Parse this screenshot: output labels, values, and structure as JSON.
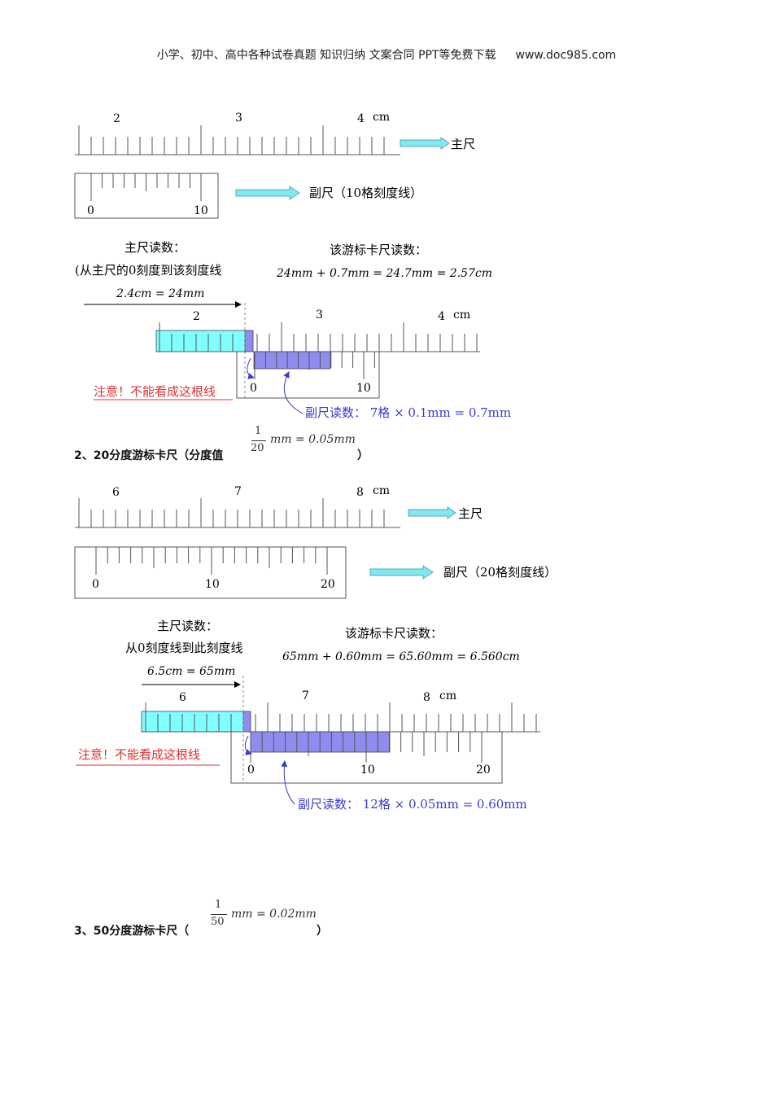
{
  "header": {
    "text": "小学、初中、高中各种试卷真题 知识归纳 文案合同 PPT等免费下载",
    "site": "www.doc985.com"
  },
  "fig1": {
    "main_ticks": [
      "2",
      "3",
      "4"
    ],
    "unit": "cm",
    "main_label": "主尺",
    "vernier_ticks": [
      "0",
      "10"
    ],
    "vernier_label": "副尺（10格刻度线）"
  },
  "fig2": {
    "main_reading_title": "主尺读数：",
    "main_reading_note": "(从主尺的0刻度到该刻度线",
    "main_reading_value": "2.4cm = 24mm",
    "total_title": "该游标卡尺读数：",
    "total_formula": "24mm + 0.7mm = 24.7mm = 2.57cm",
    "main_ticks": [
      "2",
      "3",
      "4"
    ],
    "unit": "cm",
    "vernier_ticks": [
      "0",
      "10"
    ],
    "warning": "注意！不能看成这根线",
    "vernier_reading": "副尺读数：  7格 × 0.1mm = 0.7mm"
  },
  "section2": {
    "label": "2、20分度游标卡尺（分度值",
    "close": "）",
    "frac_num": "1",
    "frac_den": "20",
    "frac_rest": "mm = 0.05mm"
  },
  "fig3": {
    "main_ticks": [
      "6",
      "7",
      "8"
    ],
    "unit": "cm",
    "main_label": "主尺",
    "vernier_ticks": [
      "0",
      "10",
      "20"
    ],
    "vernier_label": "副尺（20格刻度线）"
  },
  "fig4": {
    "main_reading_title": "主尺读数：",
    "main_reading_note": "从0刻度线到此刻度线",
    "main_reading_value": "6.5cm = 65mm",
    "total_title": "该游标卡尺读数：",
    "total_formula": "65mm + 0.60mm = 65.60mm = 6.560cm",
    "main_ticks": [
      "6",
      "7",
      "8"
    ],
    "unit": "cm",
    "vernier_ticks": [
      "0",
      "10",
      "20"
    ],
    "warning": "注意！不能看成这根线",
    "vernier_reading": "副尺读数：  12格 × 0.05mm = 0.60mm"
  },
  "section3": {
    "label": "3、50分度游标卡尺（",
    "close": "）",
    "frac_num": "1",
    "frac_den": "50",
    "frac_rest": "mm = 0.02mm"
  },
  "colors": {
    "cyan": "#80ffff",
    "violet": "#8f8cf0",
    "red": "#e03030",
    "blue": "#3a3ad0",
    "arrow": "#7fe8f0"
  }
}
